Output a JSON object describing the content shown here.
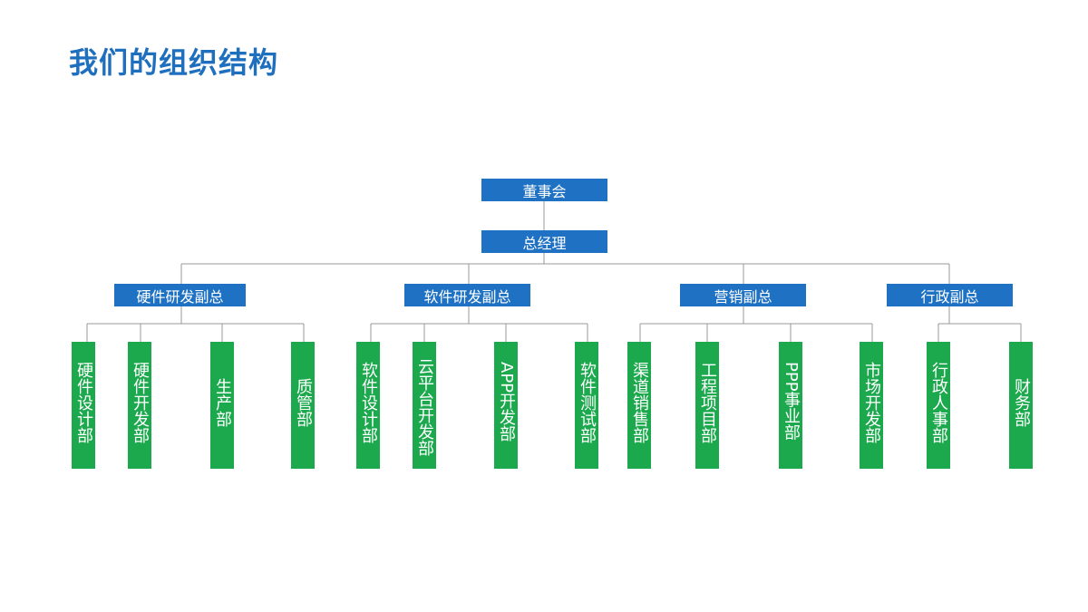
{
  "title": "我们的组织结构",
  "chart": {
    "root": "董事会",
    "gm": "总经理",
    "vps": [
      "硬件研发副总",
      "软件研发副总",
      "营销副总",
      "行政副总"
    ],
    "departments": [
      [
        "硬件设计部",
        "硬件开发部",
        "生产部",
        "质管部"
      ],
      [
        "软件设计部",
        "云平台开发部",
        "APP开发部",
        "软件测试部"
      ],
      [
        "渠道销售部",
        "工程项目部",
        "PPP事业部",
        "市场开发部"
      ],
      [
        "行政人事部",
        "财务部"
      ]
    ]
  },
  "colors": {
    "title": "#1f6fbf",
    "box_blue": "#1f72c3",
    "box_green": "#1ca84d",
    "line": "#9a9a9a"
  }
}
